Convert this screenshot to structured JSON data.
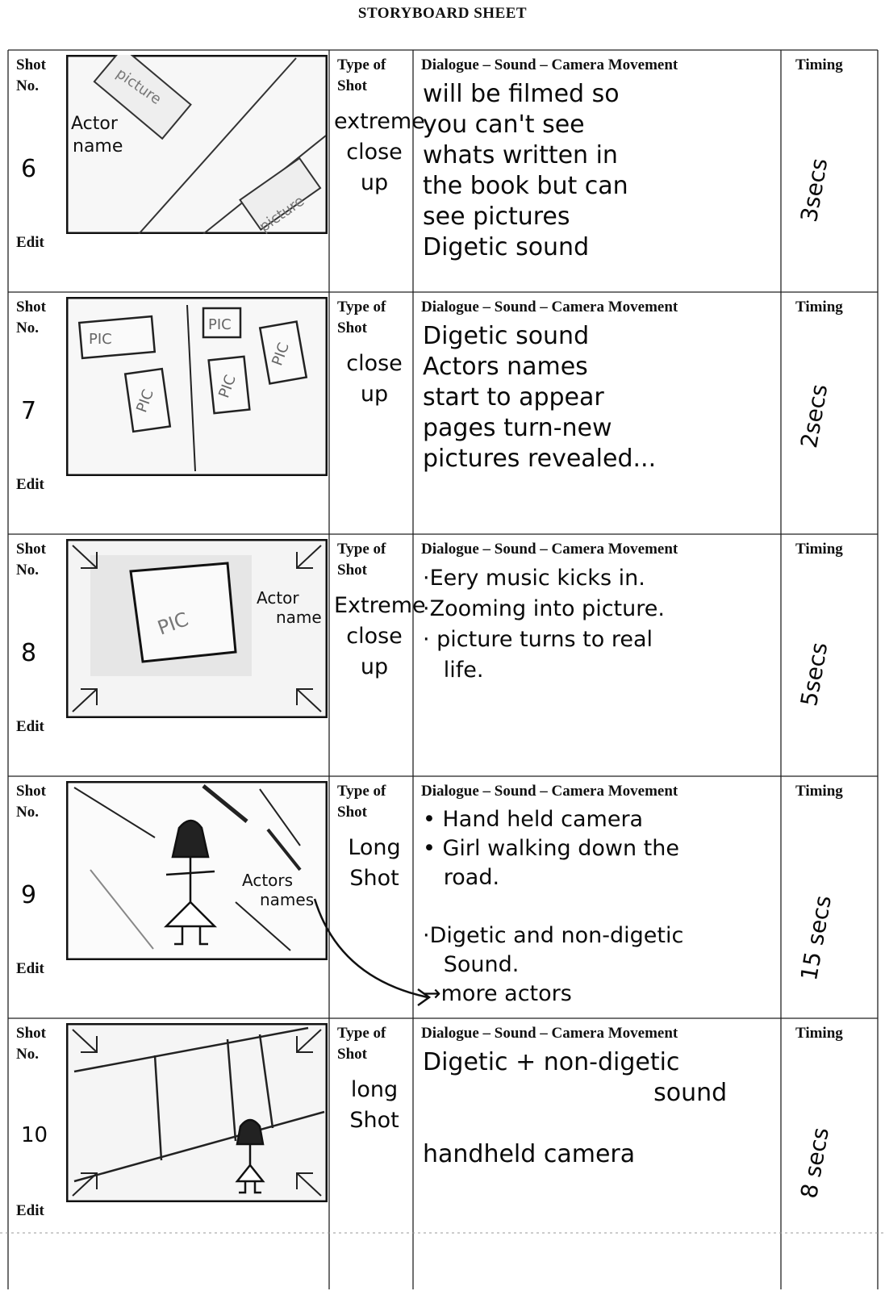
{
  "sheet_title": "STORYBOARD SHEET",
  "headers": {
    "shot_no": "Shot No.",
    "edit": "Edit",
    "type_of_shot": "Type of Shot",
    "dialogue": "Dialogue – Sound – Camera Movement",
    "timing": "Timing"
  },
  "shots": [
    {
      "number": "6",
      "type": "extreme close up",
      "dialogue": "will be filmed so\nyou can't see\nwhats written in\nthe book but can\nsee pictures\nDigetic sound",
      "timing": "3secs",
      "sketch_labels": [
        "picture",
        "Actor name",
        "picture"
      ]
    },
    {
      "number": "7",
      "type": "close up",
      "dialogue": "Digetic sound\nActors names\nstart to appear\npages turn-new\npictures revealed...",
      "timing": "2secs",
      "sketch_labels": [
        "PIC",
        "PIC",
        "PIC",
        "PIC",
        "PIC"
      ]
    },
    {
      "number": "8",
      "type": "Extreme close up",
      "dialogue": "·Eery music kicks in.\n·Zooming into picture.\n· picture turns to real\n   life.",
      "timing": "5secs",
      "sketch_labels": [
        "PIC",
        "Actor name"
      ]
    },
    {
      "number": "9",
      "type": "Long Shot",
      "dialogue": "• Hand held camera\n• Girl walking down the\n   road.\n\n·Digetic and non-digetic\n   Sound.\n→more actors",
      "timing": "15 secs",
      "sketch_labels": [
        "Actors names"
      ]
    },
    {
      "number": "10",
      "type": "long Shot",
      "dialogue": "Digetic + non-digetic\n                              sound\n\nhandheld camera",
      "timing": "8 secs",
      "sketch_labels": []
    }
  ]
}
